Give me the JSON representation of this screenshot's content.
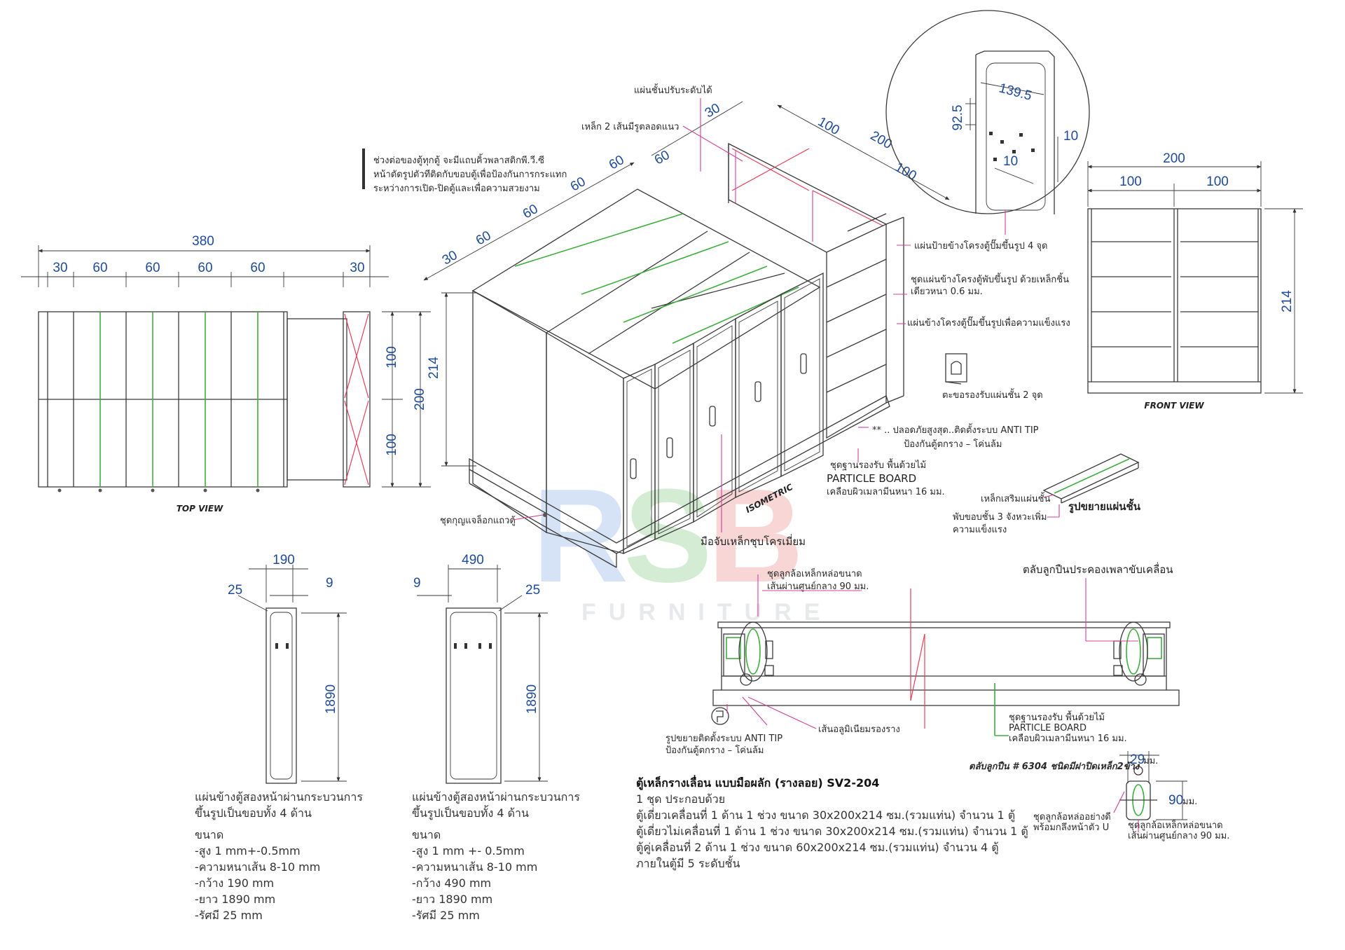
{
  "watermark": {
    "brand": "RSB",
    "sub": "FURNITURE",
    "colors": [
      "#4a7fd4",
      "#e04848",
      "#9aa0a6"
    ]
  },
  "colors": {
    "dimension": "#1e4a9a",
    "leader": "#d0409a",
    "rail": "#3fae3f",
    "brace": "#e0405a"
  },
  "top_view": {
    "title": "TOP  VIEW",
    "overall": "380",
    "segments": [
      "30",
      "60",
      "60",
      "60",
      "60",
      "30"
    ],
    "depth_total": "200",
    "depth_parts": [
      "100",
      "100"
    ]
  },
  "isometric": {
    "title": "ISOMETRIC",
    "height": "214",
    "widths": [
      "30",
      "60",
      "60",
      "60",
      "60"
    ],
    "top_60": "60",
    "top_30": "30",
    "depth": [
      "100",
      "200",
      "100"
    ]
  },
  "detail_circle": {
    "d1": "139.5",
    "d2": "92.5",
    "d3": "10",
    "d4": "10"
  },
  "front_view": {
    "title": "FRONT  VIEW",
    "width_total": "200",
    "width_parts": [
      "100",
      "100"
    ],
    "height": "214"
  },
  "labels": {
    "adjustable_shelf": "แผ่นชั้นปรับระดับได้",
    "steel_2": "เหล็ก 2 เส้นมีรูตลอดแนว",
    "pvc_line1": "ช่วงต่อของตู้ทุกตู้ จะมีแถบคิ้วพลาสติกพี.วี.ซี",
    "pvc_line2": "หน้าตัดรูปตัวทีติดกับขอบตู้เพื่อป้องกันการกระแทก",
    "pvc_line3": "ระหว่างการเปิด-ปิดตู้และเพื่อความสวยงาม",
    "side_label": "แผ่นป้ายข้างโครงตู้ปั๊มขึ้นรูป 4 จุด",
    "side_panel_1": "ชุดแผ่นข้างโครงตู้พับขึ้นรูป ด้วยเหล็กชิ้น",
    "side_panel_2": "เดียวหนา 0.6 มม.",
    "side_panel_strong": "แผ่นข้างโครงตู้ปั๊มขึ้นรูปเพื่อความแข็งแรง",
    "shelf_hook": "ตะขอรองรับแผ่นชั้น 2 จุด",
    "anti_tip_1": "**  ..  ปลอดภัยสูงสุด..ติดตั้งระบบ  ANTI  TIP",
    "anti_tip_2": "ป้องกันตู้ตกราง  –  โค่นล้ม",
    "base_1": "ชุดฐานรองรับ  พื้นด้วยไม้",
    "base_2": "PARTICLE  BOARD",
    "base_3": "เคลือบผิวเมลามีนหนา  16  มม.",
    "shelf_stiffener": "เหล็กเสริมแผ่นชั้น",
    "shelf_expand": "รูปขยายแผ่นชั้น",
    "fold_1": "พับขอบชั้น  3  จังหวะเพิ่ม",
    "fold_2": "ความแข็งแรง",
    "lock": "ชุดกุญแจล็อกแถวตู้",
    "handle": "มือจับเหล็กชุบโครเมี่ยม",
    "wheel_1": "ชุดลูกล้อเหล็กหล่อขนาด",
    "wheel_2": "เส้นผ่านศูนย์กลาง 90 มม.",
    "bearing_title": "ตลับลูกปืนประคองเพลาขับเคลื่อน",
    "rail_alu": "เส้นอลูมิเนียมรองราง",
    "anti_tip_small_1": "รูปขยายติดตั้งระบบ  ANTI  TIP",
    "anti_tip_small_2": "ป้องกันตู้ตกราง  –  โค่นล้ม",
    "base_small_1": "ชุดฐานรองรับ  พื้นด้วยไม้",
    "base_small_2": "PARTICLE  BOARD",
    "base_small_3": "เคลือบผิวเมลามีนหนา 16 มม.",
    "bearing_6304": "ตลับลูกปืน # 6304  ชนิดมีฝาปิดเหล็ก2ข้าง",
    "dim_29": "29",
    "dim_29_unit": "มม.",
    "dim_90": "90",
    "dim_90_unit": "มม.",
    "wheel_u_1": "ชุดลูกล้อหล่ออย่างดี",
    "wheel_u_2": "พร้อมกลึงหน้าตัว U",
    "wheel_small_1": "ชุดลูกล้อเหล็กหล่อขนาด",
    "wheel_small_2": "เส้นผ่านศูนย์กลาง 90 มม."
  },
  "panel_left": {
    "w": "190",
    "edge": "9",
    "r": "25",
    "h": "1890",
    "desc_1": "แผ่นข้างตู้สองหน้าผ่านกระบวนการ",
    "desc_2": "ขึ้นรูปเป็นขอบทั้ง 4 ด้าน",
    "size_title": "ขนาด",
    "specs": [
      "-สูง 1 mm+-0.5mm",
      "-ความหนาเส้น 8-10 mm",
      "-กว้าง 190 mm",
      "-ยาว 1890 mm",
      "-รัศมี 25 mm"
    ]
  },
  "panel_right": {
    "w": "490",
    "edge": "9",
    "r": "25",
    "h": "1890",
    "desc_1": "แผ่นข้างตู้สองหน้าผ่านกระบวนการ",
    "desc_2": "ขึ้นรูปเป็นขอบทั้ง 4 ด้าน",
    "size_title": "ขนาด",
    "specs": [
      "-สูง 1 mm +- 0.5mm",
      "-ความหนาเส้น 8-10 mm",
      "-กว้าง 490 mm",
      "-ยาว 1890 mm",
      "-รัศมี 25 mm"
    ]
  },
  "product": {
    "title": "ตู้เหล็กรางเลื่อน แบบมือผลัก (รางลอย) SV2-204",
    "lines": [
      "1 ชุด ประกอบด้วย",
      "ตู้เดี่ยวเคลื่อนที่ 1 ด้าน 1 ช่วง ขนาด 30x200x214 ซม.(รวมแท่น) จำนวน 1 ตู้",
      "ตู้เดี่ยวไม่เคลื่อนที่ 1 ด้าน 1 ช่วง ขนาด 30x200x214 ซม.(รวมแท่น) จำนวน  1 ตู้",
      "ตู้คู่เคลื่อนที่ 2 ด้าน 1 ช่วง ขนาด 60x200x214 ซม.(รวมแท่น) จำนวน 4 ตู้",
      "ภายในตู้มี 5 ระดับชั้น"
    ]
  }
}
